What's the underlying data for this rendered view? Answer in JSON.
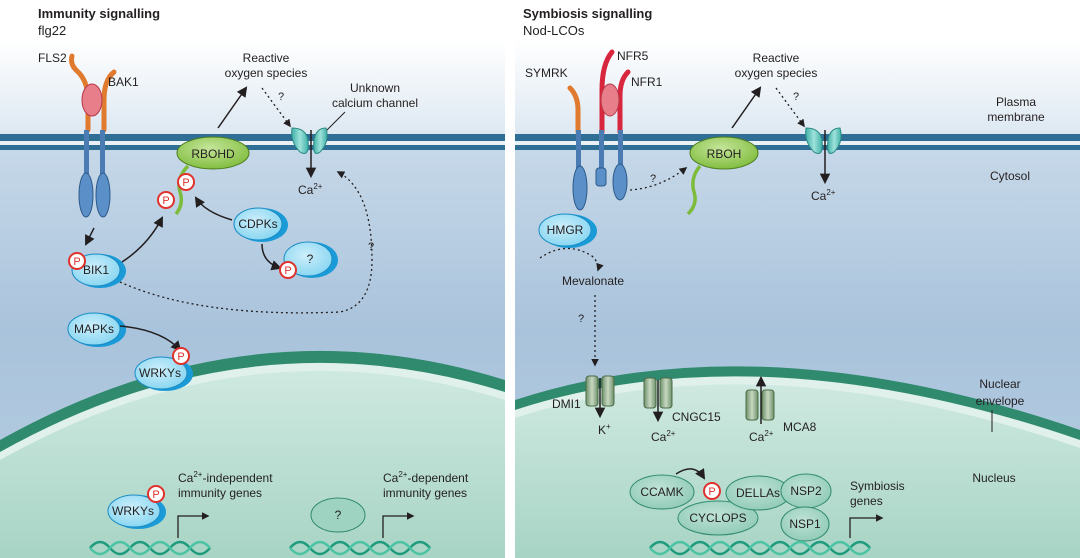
{
  "left": {
    "title": "Immunity signalling",
    "subtitle": "flg22",
    "receptors": {
      "fls2": "FLS2",
      "bak1": "BAK1"
    },
    "ros": [
      "Reactive",
      "oxygen species"
    ],
    "channel_label": [
      "Unknown",
      "calcium channel"
    ],
    "ca": "Ca",
    "ca_sup": "2+",
    "rbohd": "RBOHD",
    "bik1": "BIK1",
    "cdpks": "CDPKs",
    "unknown": "?",
    "mapks": "MAPKs",
    "wrkys": "WRKYs",
    "gene1": {
      "pre": "Ca",
      "sup": "2+",
      "post": "-independent",
      "line2": "immunity genes"
    },
    "gene2": {
      "pre": "Ca",
      "sup": "2+",
      "post": "-dependent",
      "line2": "immunity genes"
    },
    "p": "P"
  },
  "right": {
    "title": "Symbiosis signalling",
    "subtitle": "Nod-LCOs",
    "receptors": {
      "symrk": "SYMRK",
      "nfr5": "NFR5",
      "nfr1": "NFR1"
    },
    "ros": [
      "Reactive",
      "oxygen species"
    ],
    "rboh": "RBOH",
    "ca": "Ca",
    "ca_sup": "2+",
    "hmgr": "HMGR",
    "mevalonate": "Mevalonate",
    "unknown": "?",
    "dmi1": "DMI1",
    "k": "K",
    "k_sup": "+",
    "cngc15": "CNGC15",
    "mca8": "MCA8",
    "ccamk": "CCAMK",
    "dellas": "DELLAs",
    "nsp2": "NSP2",
    "nsp1": "NSP1",
    "cyclops": "CYCLOPS",
    "genes": [
      "Symbiosis",
      "genes"
    ],
    "p": "P"
  },
  "labels": {
    "plasma": [
      "Plasma",
      "membrane"
    ],
    "cytosol": "Cytosol",
    "nuclear": [
      "Nuclear",
      "envelope"
    ],
    "nucleus": "Nucleus"
  },
  "colors": {
    "protein_fill": "#7fd3f0",
    "protein_dark": "#1a9bd7",
    "green_protein": "#8cc63f",
    "channel_teal": "#5cc3bb",
    "cytosol_top": "#d6e4ef",
    "cytosol_bottom": "#9bb9d6",
    "nucleus": "#bfe0d6",
    "membrane": "#2f6f96",
    "envelope": "#2f8a6e",
    "phospho": "#e0322d",
    "receptor_orange": "#e07a2e",
    "receptor_red": "#d7263d"
  }
}
